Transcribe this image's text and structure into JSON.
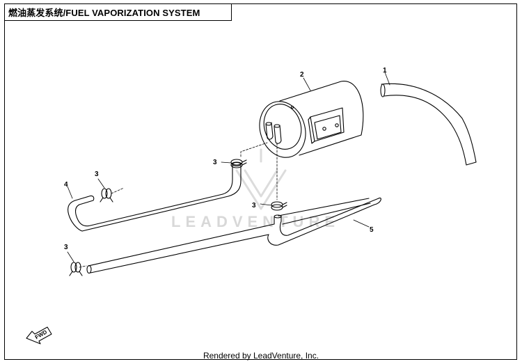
{
  "title": "燃油蒸发系统/FUEL VAPORIZATION SYSTEM",
  "watermark": "LEADVENTURE",
  "footer": "Rendered by LeadVenture, Inc.",
  "fwd_label": "FWD",
  "callouts": {
    "c1": "1",
    "c2": "2",
    "c3a": "3",
    "c3b": "3",
    "c3c": "3",
    "c3d": "3",
    "c4": "4",
    "c5": "5"
  }
}
